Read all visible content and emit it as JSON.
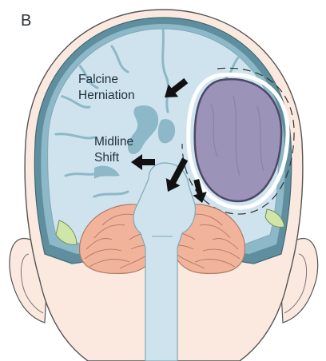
{
  "panel_letter": "B",
  "labels": {
    "falcine_line1": "Falcine",
    "falcine_line2": "Herniation",
    "midline_line1": "Midline",
    "midline_line2": "Shift"
  },
  "colors": {
    "skin": "#fbe9df",
    "skull": "#5f8f9e",
    "brain": "#cfe3ee",
    "fluid": "#8cb8c7",
    "hematoma": "#9b93b8",
    "cerebellum": "#f2b39b",
    "arrow": "#111111"
  }
}
